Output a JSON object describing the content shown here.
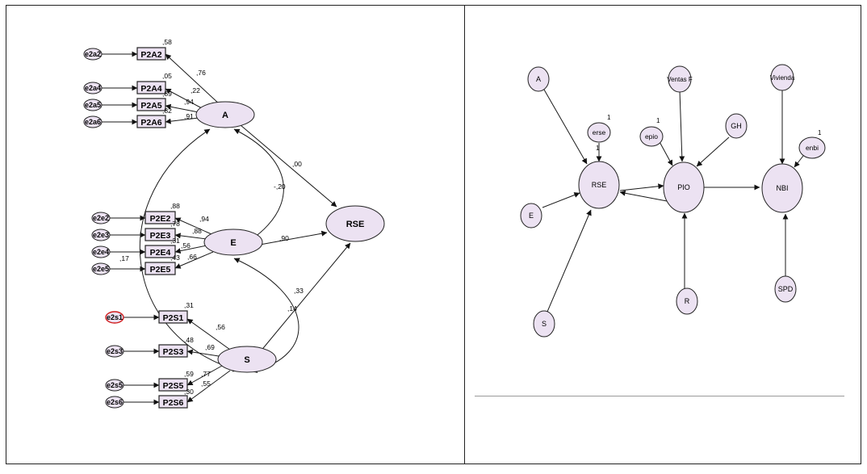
{
  "colors": {
    "node_fill": "#ece2f2",
    "stroke": "#222222",
    "error_highlight": "#d01c1c"
  },
  "left": {
    "factors": [
      {
        "id": "A",
        "label": "A"
      },
      {
        "id": "E",
        "label": "E"
      },
      {
        "id": "S",
        "label": "S"
      },
      {
        "id": "RSE",
        "label": "RSE"
      }
    ],
    "items": [
      {
        "id": "P2A2",
        "label": "P2A2",
        "error": "e2a2",
        "loading": ",76",
        "r2": ",58"
      },
      {
        "id": "P2A4",
        "label": "P2A4",
        "error": "e2a4",
        "loading": ",22",
        "r2": ",05"
      },
      {
        "id": "P2A5",
        "label": "P2A5",
        "error": "e2a5",
        "loading": ",94",
        "r2": ",89"
      },
      {
        "id": "P2A6",
        "label": "P2A6",
        "error": "e2a6",
        "loading": ",91",
        "r2": ",82"
      },
      {
        "id": "P2E2",
        "label": "P2E2",
        "error": "e2e2",
        "loading": ",94",
        "r2": ",88"
      },
      {
        "id": "P2E3",
        "label": "P2E3",
        "error": "e2e3",
        "loading": ",88",
        "r2": ",78"
      },
      {
        "id": "P2E4",
        "label": "P2E4",
        "error": "e2e4",
        "loading": ",56",
        "r2": ",31"
      },
      {
        "id": "P2E5",
        "label": "P2E5",
        "error": "e2e5",
        "loading": ",66",
        "r2": ",43"
      },
      {
        "id": "P2S1",
        "label": "P2S1",
        "error": "e2s1",
        "loading": ",56",
        "r2": ",31"
      },
      {
        "id": "P2S3",
        "label": "P2S3",
        "error": "e2s3",
        "loading": ",69",
        "r2": ",48"
      },
      {
        "id": "P2S5",
        "label": "P2S5",
        "error": "e2s5",
        "loading": ",77",
        "r2": ",59"
      },
      {
        "id": "P2S6",
        "label": "P2S6",
        "error": "e2s6",
        "loading": ",55",
        "r2": ",30"
      }
    ],
    "paths": [
      {
        "from": "A",
        "to": "RSE",
        "value": ",00"
      },
      {
        "from": "E",
        "to": "RSE",
        "value": ",90"
      },
      {
        "from": "S",
        "to": "RSE",
        "value": ",33"
      }
    ],
    "covariances": [
      {
        "between": "A-E",
        "value": "-,20"
      },
      {
        "between": "A-S",
        "value": ",17"
      },
      {
        "between": "E-S",
        "value": ",14"
      }
    ]
  },
  "right": {
    "nodes": [
      {
        "id": "A",
        "label": "A"
      },
      {
        "id": "E",
        "label": "E"
      },
      {
        "id": "S",
        "label": "S"
      },
      {
        "id": "RSE",
        "label": "RSE"
      },
      {
        "id": "PIO",
        "label": "PIO"
      },
      {
        "id": "NBI",
        "label": "NBI"
      },
      {
        "id": "erse",
        "label": "erse"
      },
      {
        "id": "epio",
        "label": "epio"
      },
      {
        "id": "enbi",
        "label": "enbi"
      },
      {
        "id": "VentasF",
        "label": "Ventas F"
      },
      {
        "id": "GH",
        "label": "GH"
      },
      {
        "id": "R",
        "label": "R"
      },
      {
        "id": "Vivienda",
        "label": "Vivienda"
      },
      {
        "id": "SPD",
        "label": "SPD"
      }
    ],
    "fixed": [
      {
        "error": "erse",
        "value": "1"
      },
      {
        "error": "epio",
        "value": "1"
      },
      {
        "error": "enbi",
        "value": "1"
      }
    ],
    "note": "1"
  }
}
